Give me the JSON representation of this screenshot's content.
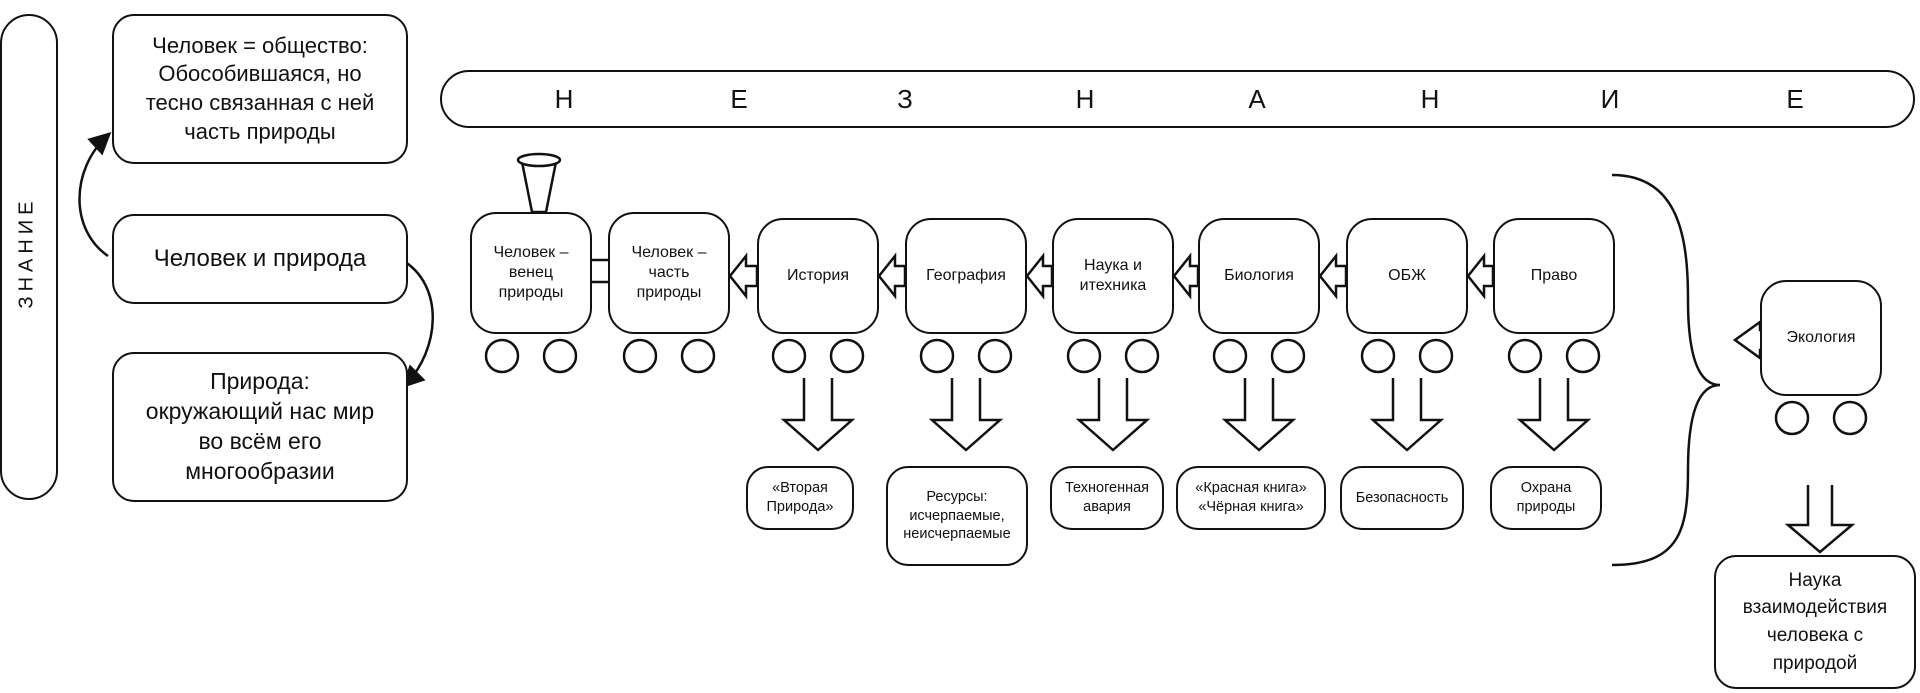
{
  "left_label": "ЗНАНИЕ",
  "concepts": {
    "human_society": "Человек = общество:\nОбособившаяся, но\nтесно связанная с ней\nчасть природы",
    "human_nature": "Человек и природа",
    "nature": "Природа:\nокружающий нас мир\nво всём его\nмногообразии"
  },
  "banner_letters": [
    "Н",
    "Е",
    "З",
    "Н",
    "А",
    "Н",
    "И",
    "Е"
  ],
  "train_cars": [
    {
      "label": "Человек –\nвенец\nприроды"
    },
    {
      "label": "Человек –\nчасть\nприроды"
    },
    {
      "label": "История",
      "result": "«Вторая\nПрирода»"
    },
    {
      "label": "География",
      "result": "Ресурсы:\nисчерпаемые,\nнеисчерпаемые"
    },
    {
      "label": "Наука и\nитехника",
      "result": "Техногенная\nавария"
    },
    {
      "label": "Биология",
      "result": "«Красная книга»\n«Чёрная книга»"
    },
    {
      "label": "ОБЖ",
      "result": "Безопасность"
    },
    {
      "label": "Право",
      "result": "Охрана\nприроды"
    }
  ],
  "ecology": {
    "label": "Экология",
    "result": "Наука\nвзаимодействия\nчеловека с\nприродой"
  }
}
